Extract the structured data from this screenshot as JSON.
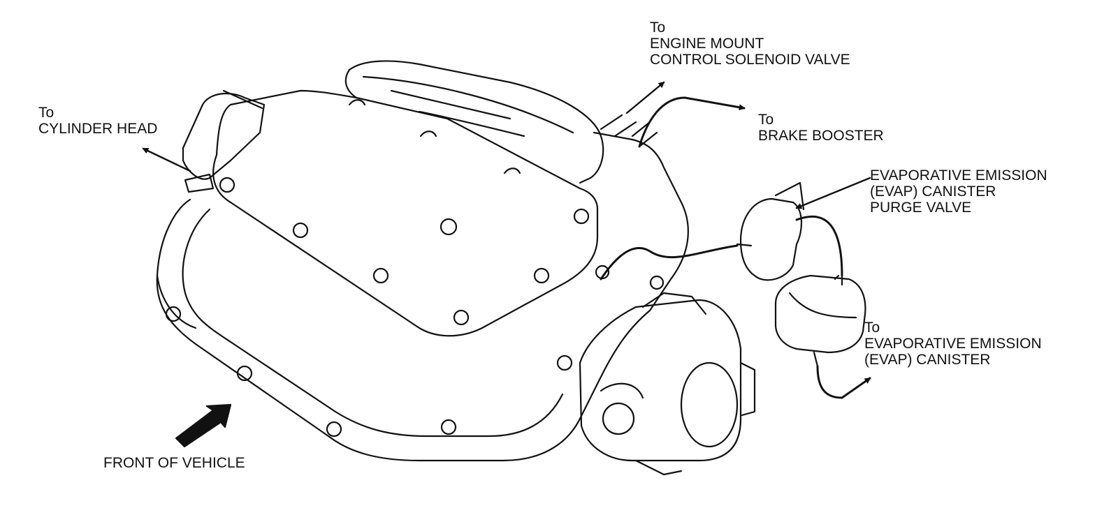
{
  "labels": {
    "cylinder_head": [
      "To",
      "CYLINDER HEAD"
    ],
    "engine_mount": [
      "To",
      "ENGINE MOUNT",
      "CONTROL SOLENOID VALVE"
    ],
    "brake_booster": [
      "To",
      "BRAKE BOOSTER"
    ],
    "purge_valve": [
      "EVAPORATIVE EMISSION",
      "(EVAP) CANISTER",
      "PURGE VALVE"
    ],
    "evap_canister": [
      "To",
      "EVAPORATIVE EMISSION",
      "(EVAP) CANISTER"
    ],
    "front_of_vehicle": [
      "FRONT OF VEHICLE"
    ]
  },
  "colors": {
    "ink": "#111111",
    "background": "#ffffff"
  }
}
